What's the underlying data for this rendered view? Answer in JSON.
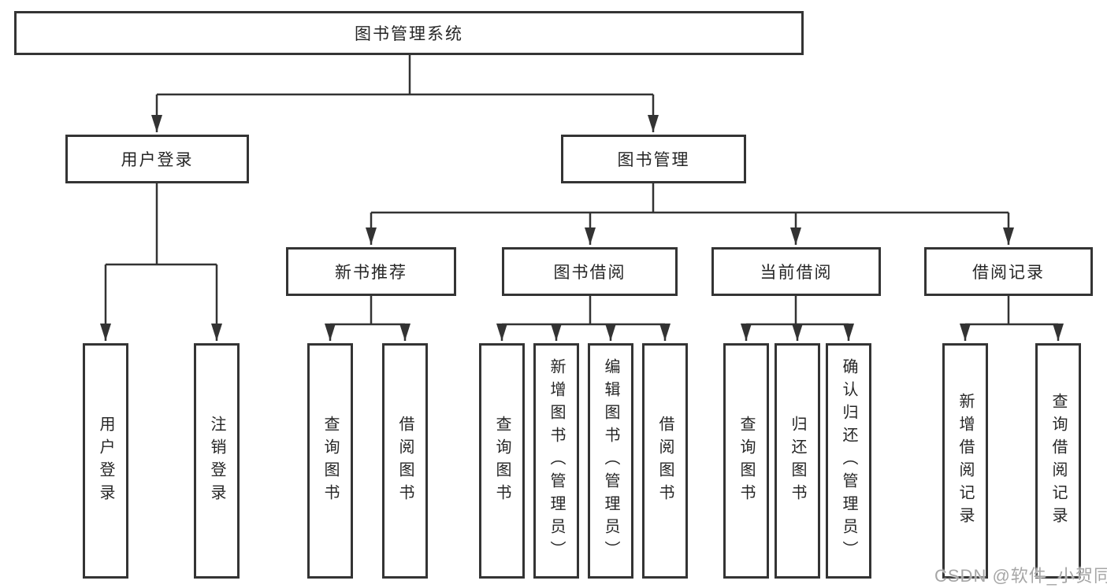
{
  "tree": {
    "root": {
      "label": "图书管理系统",
      "children": [
        {
          "label": "用户登录",
          "children": [
            {
              "label": "用户登录"
            },
            {
              "label": "注销登录"
            }
          ]
        },
        {
          "label": "图书管理",
          "children": [
            {
              "label": "新书推荐",
              "children": [
                {
                  "label": "查询图书"
                },
                {
                  "label": "借阅图书"
                }
              ]
            },
            {
              "label": "图书借阅",
              "children": [
                {
                  "label": "查询图书"
                },
                {
                  "label": "新增图书（管理员）"
                },
                {
                  "label": "编辑图书（管理员）"
                },
                {
                  "label": "借阅图书"
                }
              ]
            },
            {
              "label": "当前借阅",
              "children": [
                {
                  "label": "查询图书"
                },
                {
                  "label": "归还图书"
                },
                {
                  "label": "确认归还（管理员）"
                }
              ]
            },
            {
              "label": "借阅记录",
              "children": [
                {
                  "label": "新增借阅记录"
                },
                {
                  "label": "查询借阅记录"
                }
              ]
            }
          ]
        }
      ]
    }
  },
  "watermark": {
    "text": "CSDN @软件_小贺同学"
  },
  "colors": {
    "background": "#ffffff",
    "box_border": "#343434",
    "connector_line": "#333333",
    "text": "#262626",
    "watermark_text": "#a6a6a6"
  }
}
